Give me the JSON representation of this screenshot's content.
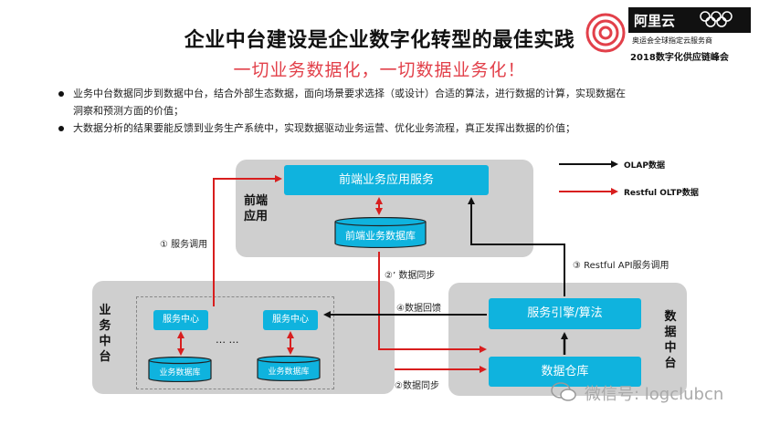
{
  "header": {
    "title": "企业中台建设是企业数字化转型的最佳实践",
    "subtitle": "一切业务数据化，一切数据业务化！"
  },
  "logo": {
    "brand": "阿里云",
    "tagline": "奥运会全球指定云服务商",
    "event": "2018数字化供应链峰会",
    "icons": [
      "target-rings-icon",
      "olympic-rings-icon"
    ],
    "accent_color": "#e2404a"
  },
  "bullets": [
    {
      "line1": "业务中台数据同步到数据中台，结合外部生态数据，面向场景要求选择（或设计）合适的算法，进行数据的计算，实现数据在",
      "line2": "洞察和预测方面的价值；"
    },
    {
      "line1": "大数据分析的结果要能反馈到业务生产系统中，实现数据驱动业务运营、优化业务流程，真正发挥出数据的价值；"
    }
  ],
  "diagram": {
    "frontend": {
      "label_line1": "前端",
      "label_line2": "应用",
      "app_service": "前端业务应用服务",
      "db": "前端业务数据库"
    },
    "business": {
      "label": [
        "业",
        "务",
        "中",
        "台"
      ],
      "service1": "服务中心",
      "service2": "服务中心",
      "ellipsis": "… …",
      "db1": "业务数据库",
      "db2": "业务数据库"
    },
    "data": {
      "label": [
        "数",
        "据",
        "中",
        "台"
      ],
      "engine": "服务引擎/算法",
      "warehouse": "数据仓库"
    },
    "edges": {
      "service_call": "① 服务调用",
      "sync_prime": "②’ 数据同步",
      "sync": "②数据同步",
      "restful": "③ Restful API服务调用",
      "backflow": "④数据回馈"
    },
    "legend": {
      "olap": "OLAP数据",
      "oltp": "Restful OLTP数据"
    },
    "colors": {
      "olap": "#111111",
      "oltp": "#d81e1e",
      "box": "#0fb3de",
      "panel": "#cfcfcf"
    }
  },
  "watermark": {
    "text": "微信号: logclubcn",
    "icon": "wechat-icon"
  }
}
